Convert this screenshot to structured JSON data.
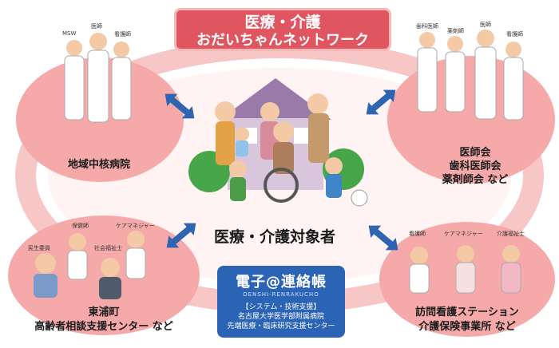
{
  "title": {
    "line1": "医療・介護",
    "line2": "おだいちゃんネットワーク"
  },
  "center": {
    "label": "医療・介護対象者"
  },
  "groups": {
    "top_left": {
      "label": "地域中核病院",
      "roles": [
        "MSW",
        "医師",
        "看護師"
      ]
    },
    "top_right": {
      "label_lines": [
        "医師会",
        "歯科医師会",
        "薬剤師会 など"
      ],
      "roles": [
        "歯科医師",
        "薬剤師",
        "医師",
        "看護師"
      ]
    },
    "bottom_left": {
      "label_lines": [
        "東浦町",
        "高齢者相談支援センター など"
      ],
      "roles": [
        "保健師",
        "ケアマネジャー",
        "民生委員",
        "社会福祉士"
      ]
    },
    "bottom_right": {
      "label_lines": [
        "訪問看護ステーション",
        "介護保険事業所 など"
      ],
      "roles": [
        "看護師",
        "ケアマネジャー",
        "介護福祉士"
      ]
    }
  },
  "system": {
    "logo": "電子@連絡帳",
    "logo_sub": "DENSHI-RENRAKUCHO",
    "support_title": "【システム・技術支援】",
    "support_lines": [
      "名古屋大学医学部附属病院",
      "先端医療・臨床研究支援センター"
    ]
  },
  "colors": {
    "ring": "#f7c6c6",
    "blob": "#f5a9a9",
    "title_bg": "#e05660",
    "system_bg": "#2b63b5",
    "arrow": "#2f65b0"
  }
}
